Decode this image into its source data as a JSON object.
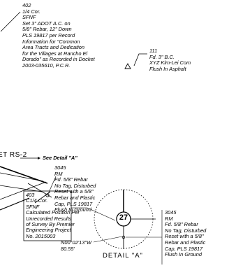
{
  "note_402": {
    "lines": [
      "402",
      "1/4 Cor.",
      "SFNF",
      "Set 3\" ADOT A.C. on",
      "5/8\" Rebar, 12\" Down",
      "PLS 19817 per Record",
      "Information for \"Common",
      "Area Tracts and Dedication",
      "for the Villages at Rancho El",
      "Dorado\" as Recorded in Docket",
      "2003-035610, P.C.R."
    ]
  },
  "note_111": {
    "lines": [
      "111",
      "Fd. 3\" B.C.",
      "XYZ Klm-Lei Com",
      "Flush In Asphalt"
    ]
  },
  "sheet_label": "ET RS-2",
  "see_detail_label": "See Detail \"A\"",
  "note_3045_upper": {
    "lines": [
      "3045",
      "RM",
      "Fd. 5/8\" Rebar",
      "No Tag, Disturbed",
      "Reset with a 5/8\"",
      "Rebar and Plastic",
      "Cap, PLS 19817",
      "Flush In Ground"
    ]
  },
  "note_403": {
    "lines": [
      "403",
      "C1/4 Cor.",
      "SFNF",
      "Calculated Position Per",
      "Unrecorded Results",
      "of Survey By Premier",
      "Engineering Project",
      "No. 2015003"
    ]
  },
  "circle_number": "27",
  "note_3045_lower": {
    "lines": [
      "3045",
      "RM",
      "Fd. 5/8\" Rebar",
      "No Tag, Disturbed",
      "Reset with a 5/8\"",
      "Rebar and Plastic",
      "Cap, PLS 19817",
      "Flush In Ground"
    ]
  },
  "bearing": {
    "direction": "N00°02'13\"W",
    "distance": "80.55'"
  },
  "detail_label": "DETAIL \"A\"",
  "colors": {
    "ink": "#000000",
    "paper": "#ffffff"
  }
}
